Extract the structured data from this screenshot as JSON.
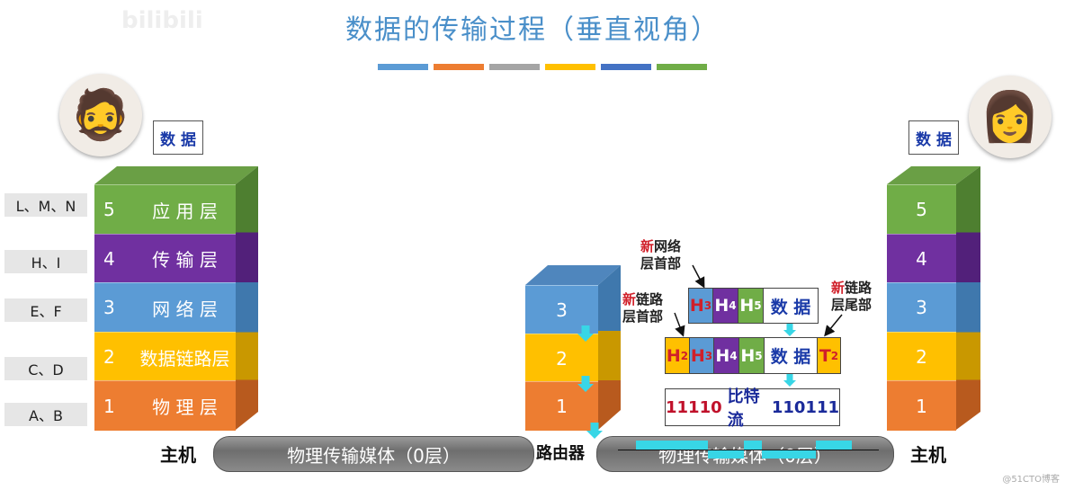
{
  "title": "数据的传输过程（垂直视角）",
  "color_bar": [
    "#5b9bd5",
    "#ed7d31",
    "#a5a5a5",
    "#ffc000",
    "#4472c4",
    "#70ad47"
  ],
  "watermark": "bilibili",
  "data_label": "数 据",
  "layer_colors": {
    "5": "#70ad47",
    "4": "#7030a0",
    "3": "#5b9bd5",
    "2": "#ffc000",
    "1": "#ed7d31"
  },
  "left_host": {
    "label": "主机",
    "layers": [
      {
        "num": "5",
        "name": "应 用 层",
        "devices": "L、M、N"
      },
      {
        "num": "4",
        "name": "传 输 层",
        "devices": "H、I"
      },
      {
        "num": "3",
        "name": "网 络 层",
        "devices": "E、F"
      },
      {
        "num": "2",
        "name": "数据链路层",
        "devices": "C、D"
      },
      {
        "num": "1",
        "name": "物 理 层",
        "devices": "A、B"
      }
    ]
  },
  "router": {
    "label": "路由器",
    "layers": [
      "3",
      "2",
      "1"
    ]
  },
  "right_host": {
    "label": "主机",
    "layers": [
      "5",
      "4",
      "3",
      "2",
      "1"
    ]
  },
  "media": {
    "left": "物理传输媒体（0层）",
    "right": "物理传输媒体（0层）"
  },
  "annotations": {
    "new_network_header": {
      "prefix": "新",
      "line1": "网络",
      "line2": "层首部"
    },
    "new_link_header": {
      "prefix": "新",
      "line1": "链路",
      "line2": "层首部"
    },
    "new_link_trailer": {
      "prefix": "新",
      "line1": "链路",
      "line2": "层尾部"
    }
  },
  "packets": {
    "network": [
      "H3",
      "H4",
      "H5",
      "数 据"
    ],
    "link": [
      "H2",
      "H3",
      "H4",
      "H5",
      "数 据",
      "T2"
    ],
    "bitstream": {
      "left": "11110",
      "middle": "比特流",
      "right": "110111"
    }
  },
  "footer": "@51CTO博客"
}
